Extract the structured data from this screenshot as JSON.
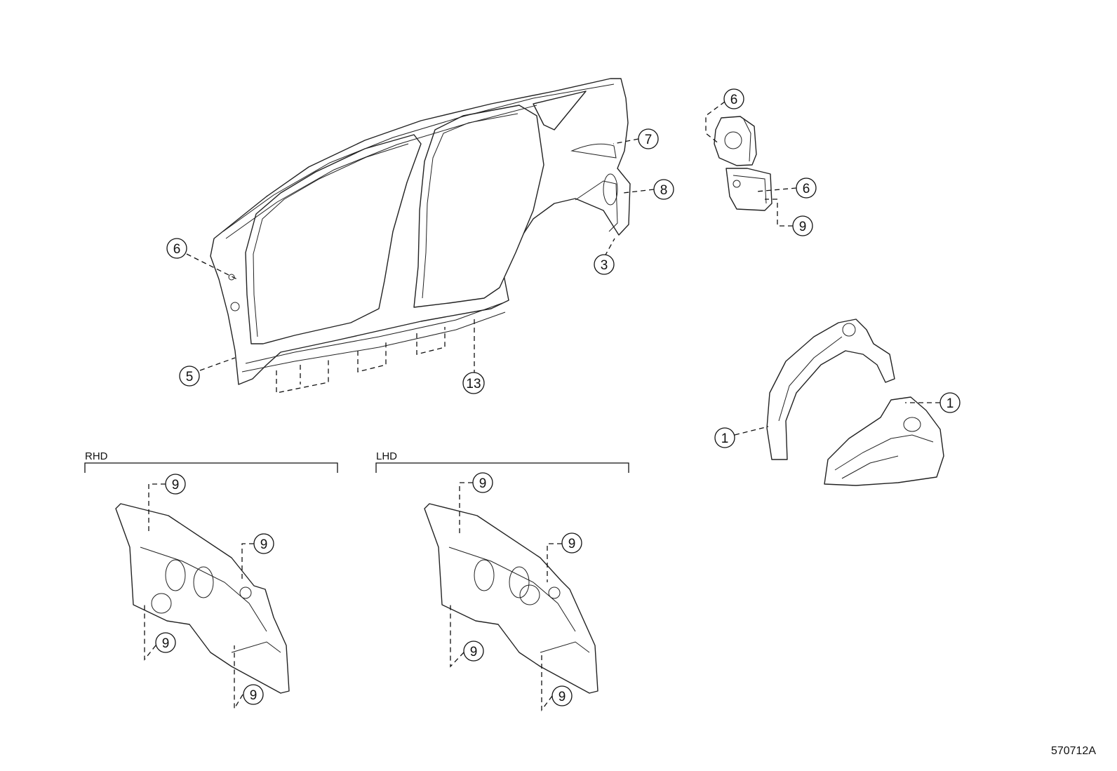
{
  "callouts": {
    "c6_side": "6",
    "c5": "5",
    "c13": "13",
    "c7": "7",
    "c8": "8",
    "c3": "3",
    "c6_top": "6",
    "c6_mid": "6",
    "c9_top": "9",
    "c1_left": "1",
    "c1_right": "1",
    "rhd_9_top": "9",
    "rhd_9_right": "9",
    "rhd_9_left": "9",
    "rhd_9_bottom": "9",
    "lhd_9_top": "9",
    "lhd_9_right": "9",
    "lhd_9_left": "9",
    "lhd_9_bottom": "9"
  },
  "groups": {
    "rhd_label": "RHD",
    "lhd_label": "LHD"
  },
  "diagram_code": "570712A"
}
